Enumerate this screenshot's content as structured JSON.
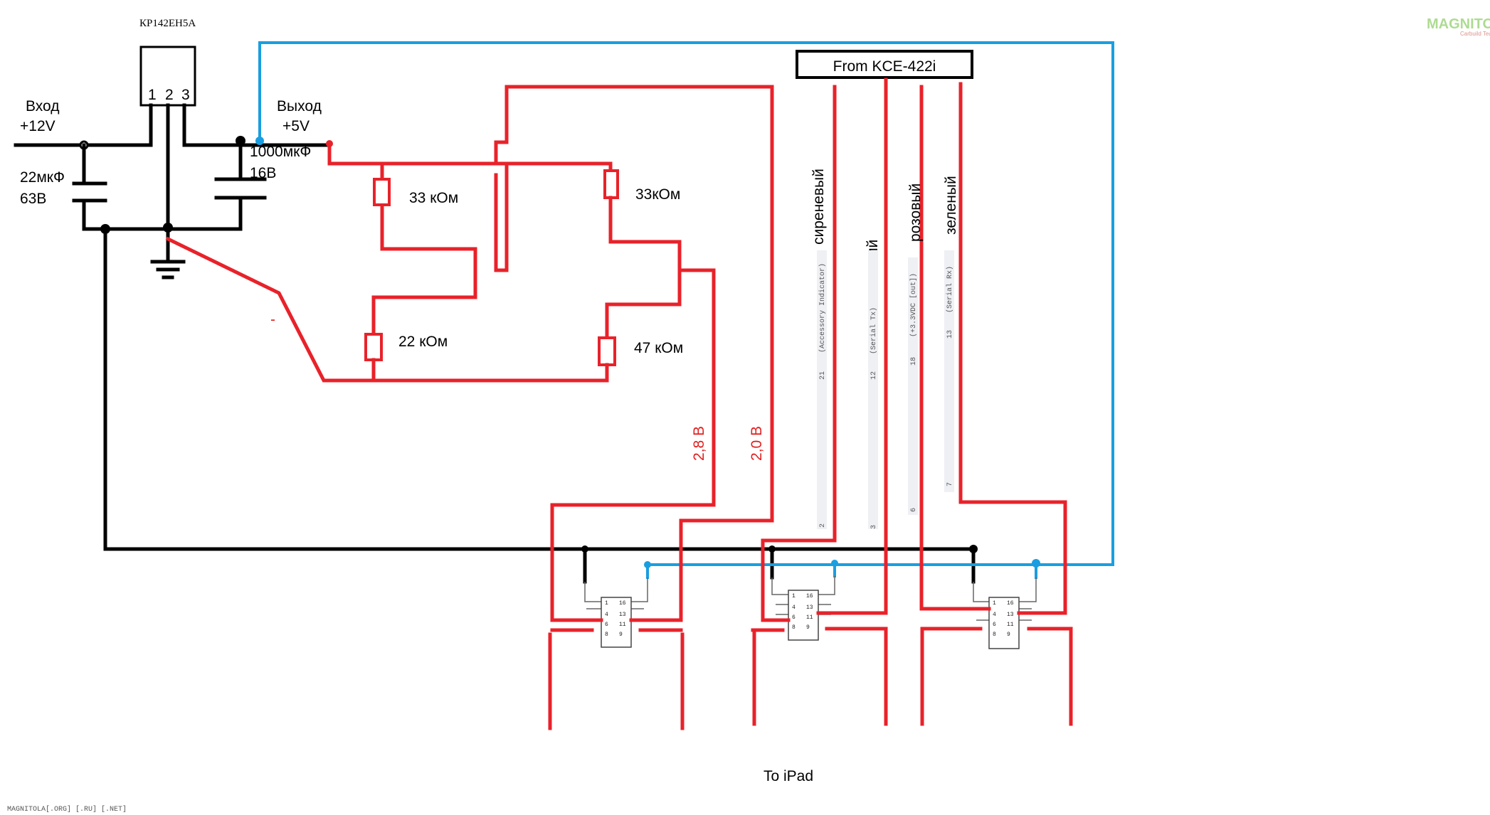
{
  "regulator": {
    "part": "КР142ЕН5А",
    "pins": [
      "1",
      "2",
      "3"
    ]
  },
  "input": {
    "label": "Вход",
    "voltage": "+12V"
  },
  "output": {
    "label": "Выход",
    "voltage": "+5V"
  },
  "caps": {
    "c_in": {
      "value": "22мкФ",
      "rating": "63В"
    },
    "c_out": {
      "value": "1000мкФ",
      "rating": "16В"
    }
  },
  "resistors": {
    "r1": "33 кОм",
    "r2": "33кОм",
    "r3": "22 кОм",
    "r4": "47 кОм"
  },
  "stray_mark": "-",
  "voltages": {
    "v1": "2,8 В",
    "v2": "2,0 В"
  },
  "source_label": "From KCE-422i",
  "wires": [
    {
      "color_name": "сиреневый",
      "pin_num": "21",
      "pin_name": "(Accessory Indicator)",
      "ipad_pin": "2"
    },
    {
      "color_name": "синий",
      "pin_num": "12",
      "pin_name": "(Serial Tx)",
      "ipad_pin": "3"
    },
    {
      "color_name": "розовый",
      "pin_num": "18",
      "pin_name": "(+3.3VDC [out])",
      "ipad_pin": "6"
    },
    {
      "color_name": "зеленый",
      "pin_num": "13",
      "pin_name": "(Serial Rx)",
      "ipad_pin": "7"
    }
  ],
  "chip_pins": {
    "left": [
      "1",
      "4",
      "6",
      "8"
    ],
    "right": [
      "16",
      "13",
      "11",
      "9"
    ]
  },
  "destination_label": "To iPad",
  "footer": "MAGNITOLA[.ORG] [.RU] [.NET]",
  "logo": {
    "text": "MAGNITOLA",
    "sub": "Carbuild Team"
  },
  "colors": {
    "wire_power": "#e8222a",
    "wire_signal": "#1a9ee0",
    "wire_ground": "#000000"
  }
}
